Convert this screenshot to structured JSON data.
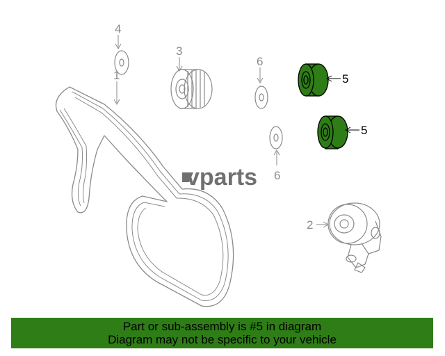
{
  "diagram": {
    "callouts": {
      "belt": "1",
      "tensioner": "2",
      "alternator_pulley": "3",
      "washer_top": "4",
      "idler_upper": "5",
      "idler_lower": "5",
      "washer_upper": "6",
      "washer_lower": "6"
    },
    "watermark": "vparts",
    "highlight_color": "#2e7d16"
  },
  "banner": {
    "line1": "Part or sub-assembly is #5 in diagram",
    "line2": "Diagram may not be specific to your vehicle",
    "background": "#2e7d16"
  }
}
